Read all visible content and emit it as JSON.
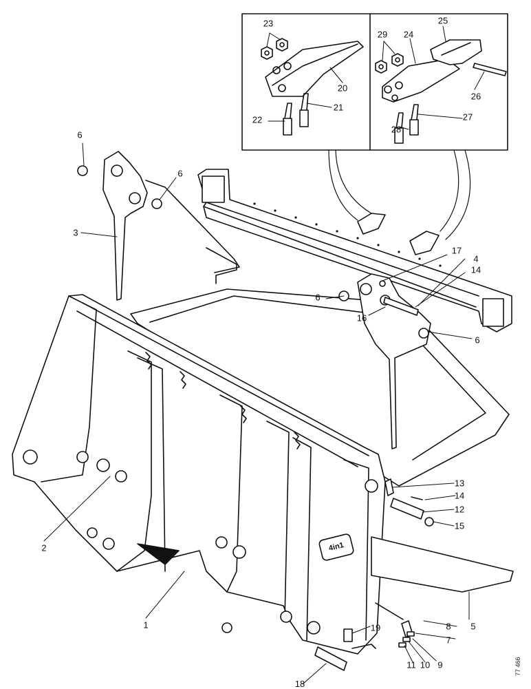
{
  "callouts": {
    "c1": "1",
    "c2": "2",
    "c3": "3",
    "c4": "4",
    "c5": "5",
    "c6a": "6",
    "c6b": "6",
    "c6c": "6",
    "c6d": "6",
    "c7": "7",
    "c8": "8",
    "c9": "9",
    "c10": "10",
    "c11": "11",
    "c12": "12",
    "c13": "13",
    "c14a": "14",
    "c14b": "14",
    "c15": "15",
    "c16": "16",
    "c17": "17",
    "c18": "18",
    "c19": "19",
    "c20": "20",
    "c21": "21",
    "c22": "22",
    "c23": "23",
    "c24": "24",
    "c25": "25",
    "c26": "26",
    "c27": "27",
    "c28": "28",
    "c29": "29"
  },
  "reference_code": "77 466",
  "bucket_logo": "4in1"
}
